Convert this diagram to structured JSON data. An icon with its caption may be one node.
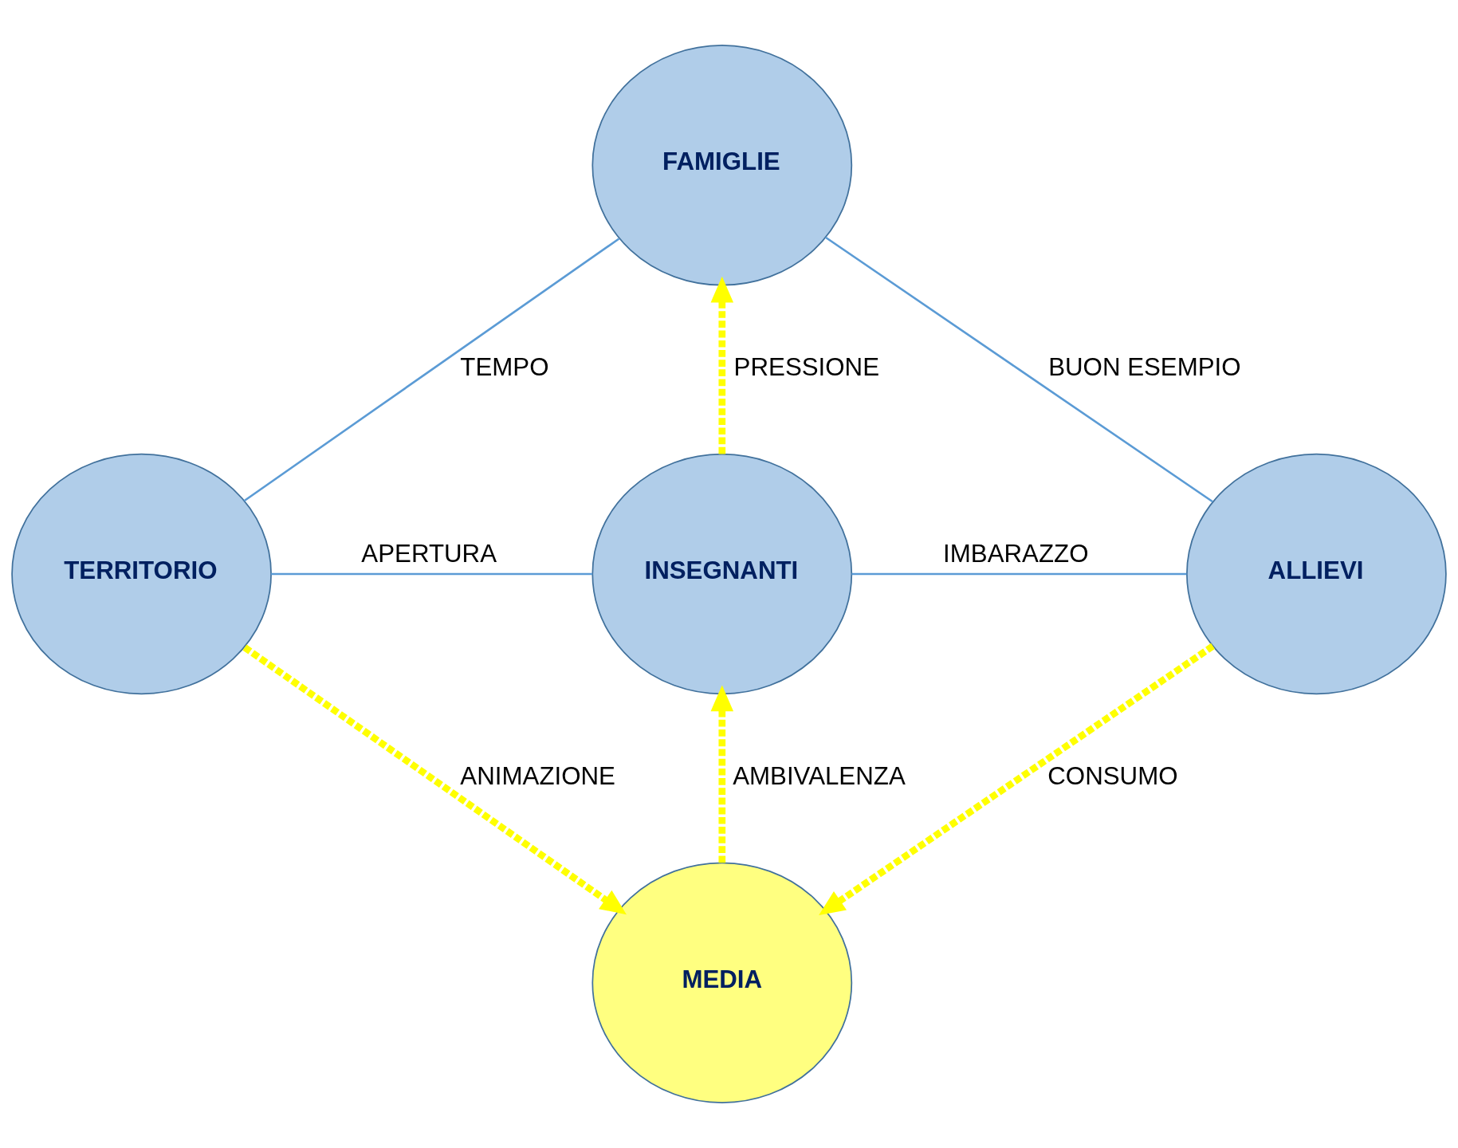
{
  "diagram": {
    "nodes": [
      {
        "text": [
          "FAMIGLIE"
        ]
      },
      {
        "text": [
          "TERRITORIO"
        ]
      },
      {
        "text": [
          "INSEGNANTI"
        ]
      },
      {
        "text": [
          "ALLIEVI"
        ]
      },
      {
        "text": [
          "MEDIA"
        ]
      }
    ],
    "edges": [
      {
        "from": 0,
        "to": 1,
        "arrow": "none",
        "label": "TEMPO"
      },
      {
        "from": 0,
        "to": 3,
        "arrow": "none",
        "label": "BUON ESEMPIO"
      },
      {
        "from": 2,
        "to": 0,
        "arrow": "to",
        "label": "PRESSIONE",
        "style": "dashed",
        "color": "#ffff00"
      },
      {
        "from": 1,
        "to": 2,
        "arrow": "none",
        "label": "APERTURA"
      },
      {
        "from": 2,
        "to": 3,
        "arrow": "none",
        "label": "IMBARAZZO"
      },
      {
        "from": 4,
        "to": 2,
        "arrow": "to",
        "label": "AMBIVALENZA",
        "style": "dashed",
        "color": "#ffff00"
      },
      {
        "from": 1,
        "to": 4,
        "arrow": "to",
        "label": "ANIMAZIONE",
        "style": "dashed",
        "color": "#ffff00"
      },
      {
        "from": 3,
        "to": 4,
        "arrow": "to",
        "label": "CONSUMO",
        "style": "dashed",
        "color": "#ffff00"
      }
    ]
  }
}
